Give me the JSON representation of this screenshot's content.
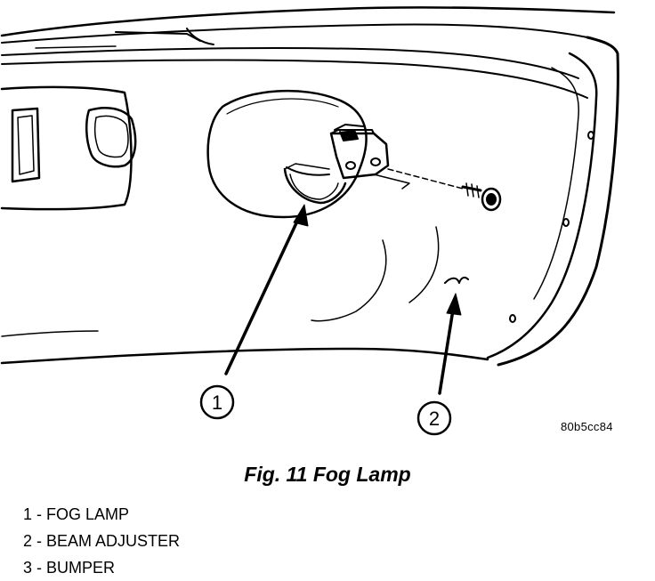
{
  "figure": {
    "code": "80b5cc84",
    "caption": "Fig. 11 Fog Lamp"
  },
  "callouts": [
    {
      "number": "1"
    },
    {
      "number": "2"
    }
  ],
  "legend": [
    {
      "text": "1 - FOG LAMP"
    },
    {
      "text": "2 - BEAM ADJUSTER"
    },
    {
      "text": "3 - BUMPER"
    }
  ],
  "colors": {
    "ink": "#000000",
    "paper": "#ffffff"
  }
}
